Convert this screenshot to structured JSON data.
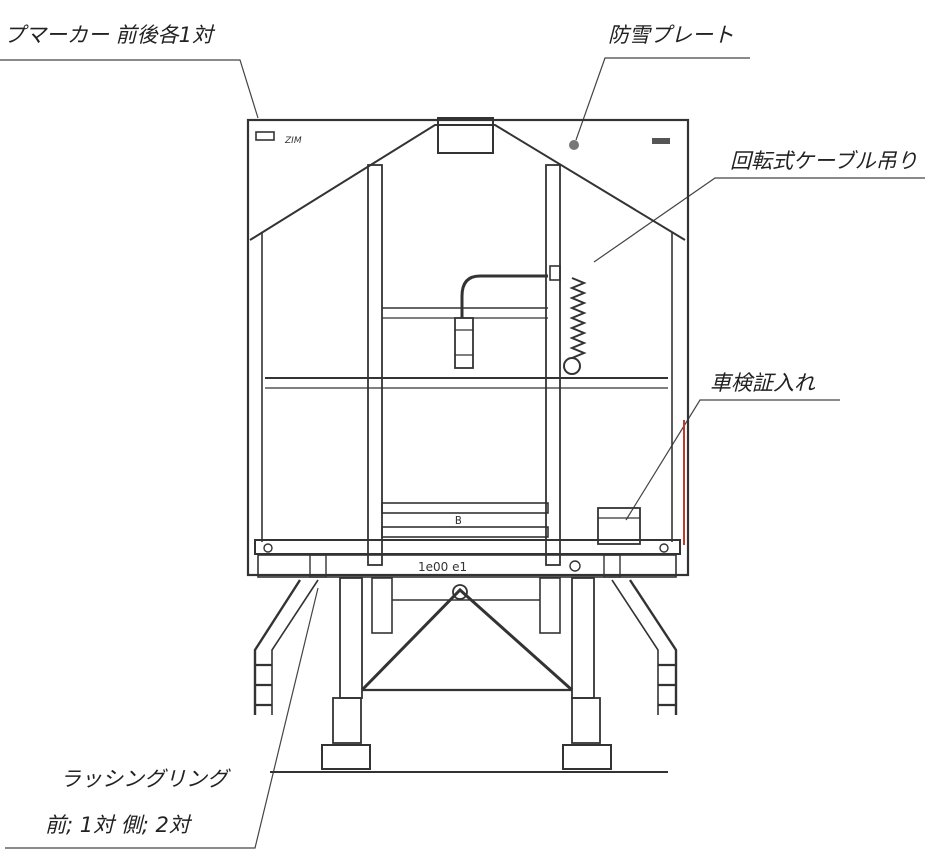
{
  "labels": {
    "top_marker": "プマーカー  前後各1対",
    "snow_plate": "防雪プレート",
    "cable_hanger": "回転式ケーブル吊り",
    "inspection_holder": "車検証入れ",
    "lashing_ring_title": "ラッシングリング",
    "lashing_ring_detail": "前; 1対  側; 2対",
    "plate_text": "1e00 e1",
    "maker_mark": "ZIM"
  },
  "colors": {
    "line": "#333333",
    "leader": "#444444",
    "text": "#222222",
    "accent_red": "#c0392b"
  }
}
